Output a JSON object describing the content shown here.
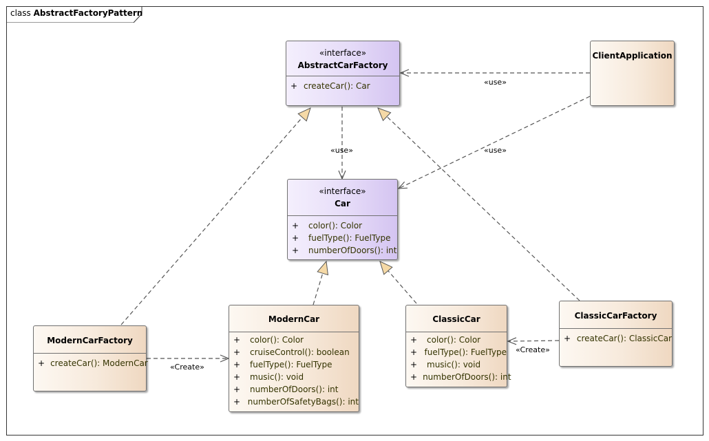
{
  "frame": {
    "keyword": "class",
    "name": "AbstractFactoryPattern"
  },
  "classes": {
    "abstract_car_factory": {
      "stereotype": "«interface»",
      "name": "AbstractCarFactory",
      "operations": [
        {
          "visibility": "+",
          "signature": "createCar(): Car"
        }
      ]
    },
    "car": {
      "stereotype": "«interface»",
      "name": "Car",
      "operations": [
        {
          "visibility": "+",
          "signature": "color(): Color"
        },
        {
          "visibility": "+",
          "signature": "fuelType(): FuelType"
        },
        {
          "visibility": "+",
          "signature": "numberOfDoors(): int"
        }
      ]
    },
    "client_application": {
      "name": "ClientApplication"
    },
    "modern_car_factory": {
      "name": "ModernCarFactory",
      "operations": [
        {
          "visibility": "+",
          "signature": "createCar(): ModernCar"
        }
      ]
    },
    "modern_car": {
      "name": "ModernCar",
      "operations": [
        {
          "visibility": "+",
          "signature": "color(): Color"
        },
        {
          "visibility": "+",
          "signature": "cruiseControl(): boolean"
        },
        {
          "visibility": "+",
          "signature": "fuelType(): FuelType"
        },
        {
          "visibility": "+",
          "signature": "music(): void"
        },
        {
          "visibility": "+",
          "signature": "numberOfDoors(): int"
        },
        {
          "visibility": "+",
          "signature": "numberOfSafetyBags(): int"
        }
      ]
    },
    "classic_car": {
      "name": "ClassicCar",
      "operations": [
        {
          "visibility": "+",
          "signature": "color(): Color"
        },
        {
          "visibility": "+",
          "signature": "fuelType(): FuelType"
        },
        {
          "visibility": "+",
          "signature": "music(): void"
        },
        {
          "visibility": "+",
          "signature": "numberOfDoors(): int"
        }
      ]
    },
    "classic_car_factory": {
      "name": "ClassicCarFactory",
      "operations": [
        {
          "visibility": "+",
          "signature": "createCar(): ClassicCar"
        }
      ]
    }
  },
  "relations": {
    "client_use_factory": "«use»",
    "client_use_car": "«use»",
    "factory_use_car": "«use»",
    "modern_create": "«Create»",
    "classic_create": "«Create»"
  },
  "colors": {
    "interface_fill": "#e6dcf8",
    "class_fill": "#f7eadc",
    "realization_arrow_fill": "#f5d9a6",
    "line": "#555555"
  }
}
